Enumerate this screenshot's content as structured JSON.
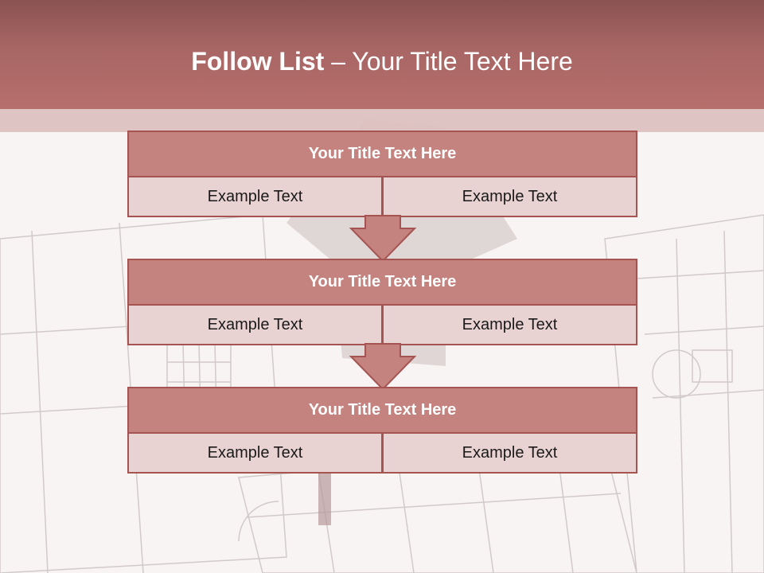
{
  "header": {
    "title_bold": "Follow List",
    "title_rest": "– Your Title Text Here"
  },
  "steps": [
    {
      "title": "Your Title Text Here",
      "left": "Example Text",
      "right": "Example Text"
    },
    {
      "title": "Your Title Text Here",
      "left": "Example Text",
      "right": "Example Text"
    },
    {
      "title": "Your Title Text Here",
      "left": "Example Text",
      "right": "Example Text"
    }
  ],
  "colors": {
    "header": "#a86664",
    "block_fill": "#c4837f",
    "cell_fill": "#e9d2d2",
    "border": "#a55452"
  }
}
